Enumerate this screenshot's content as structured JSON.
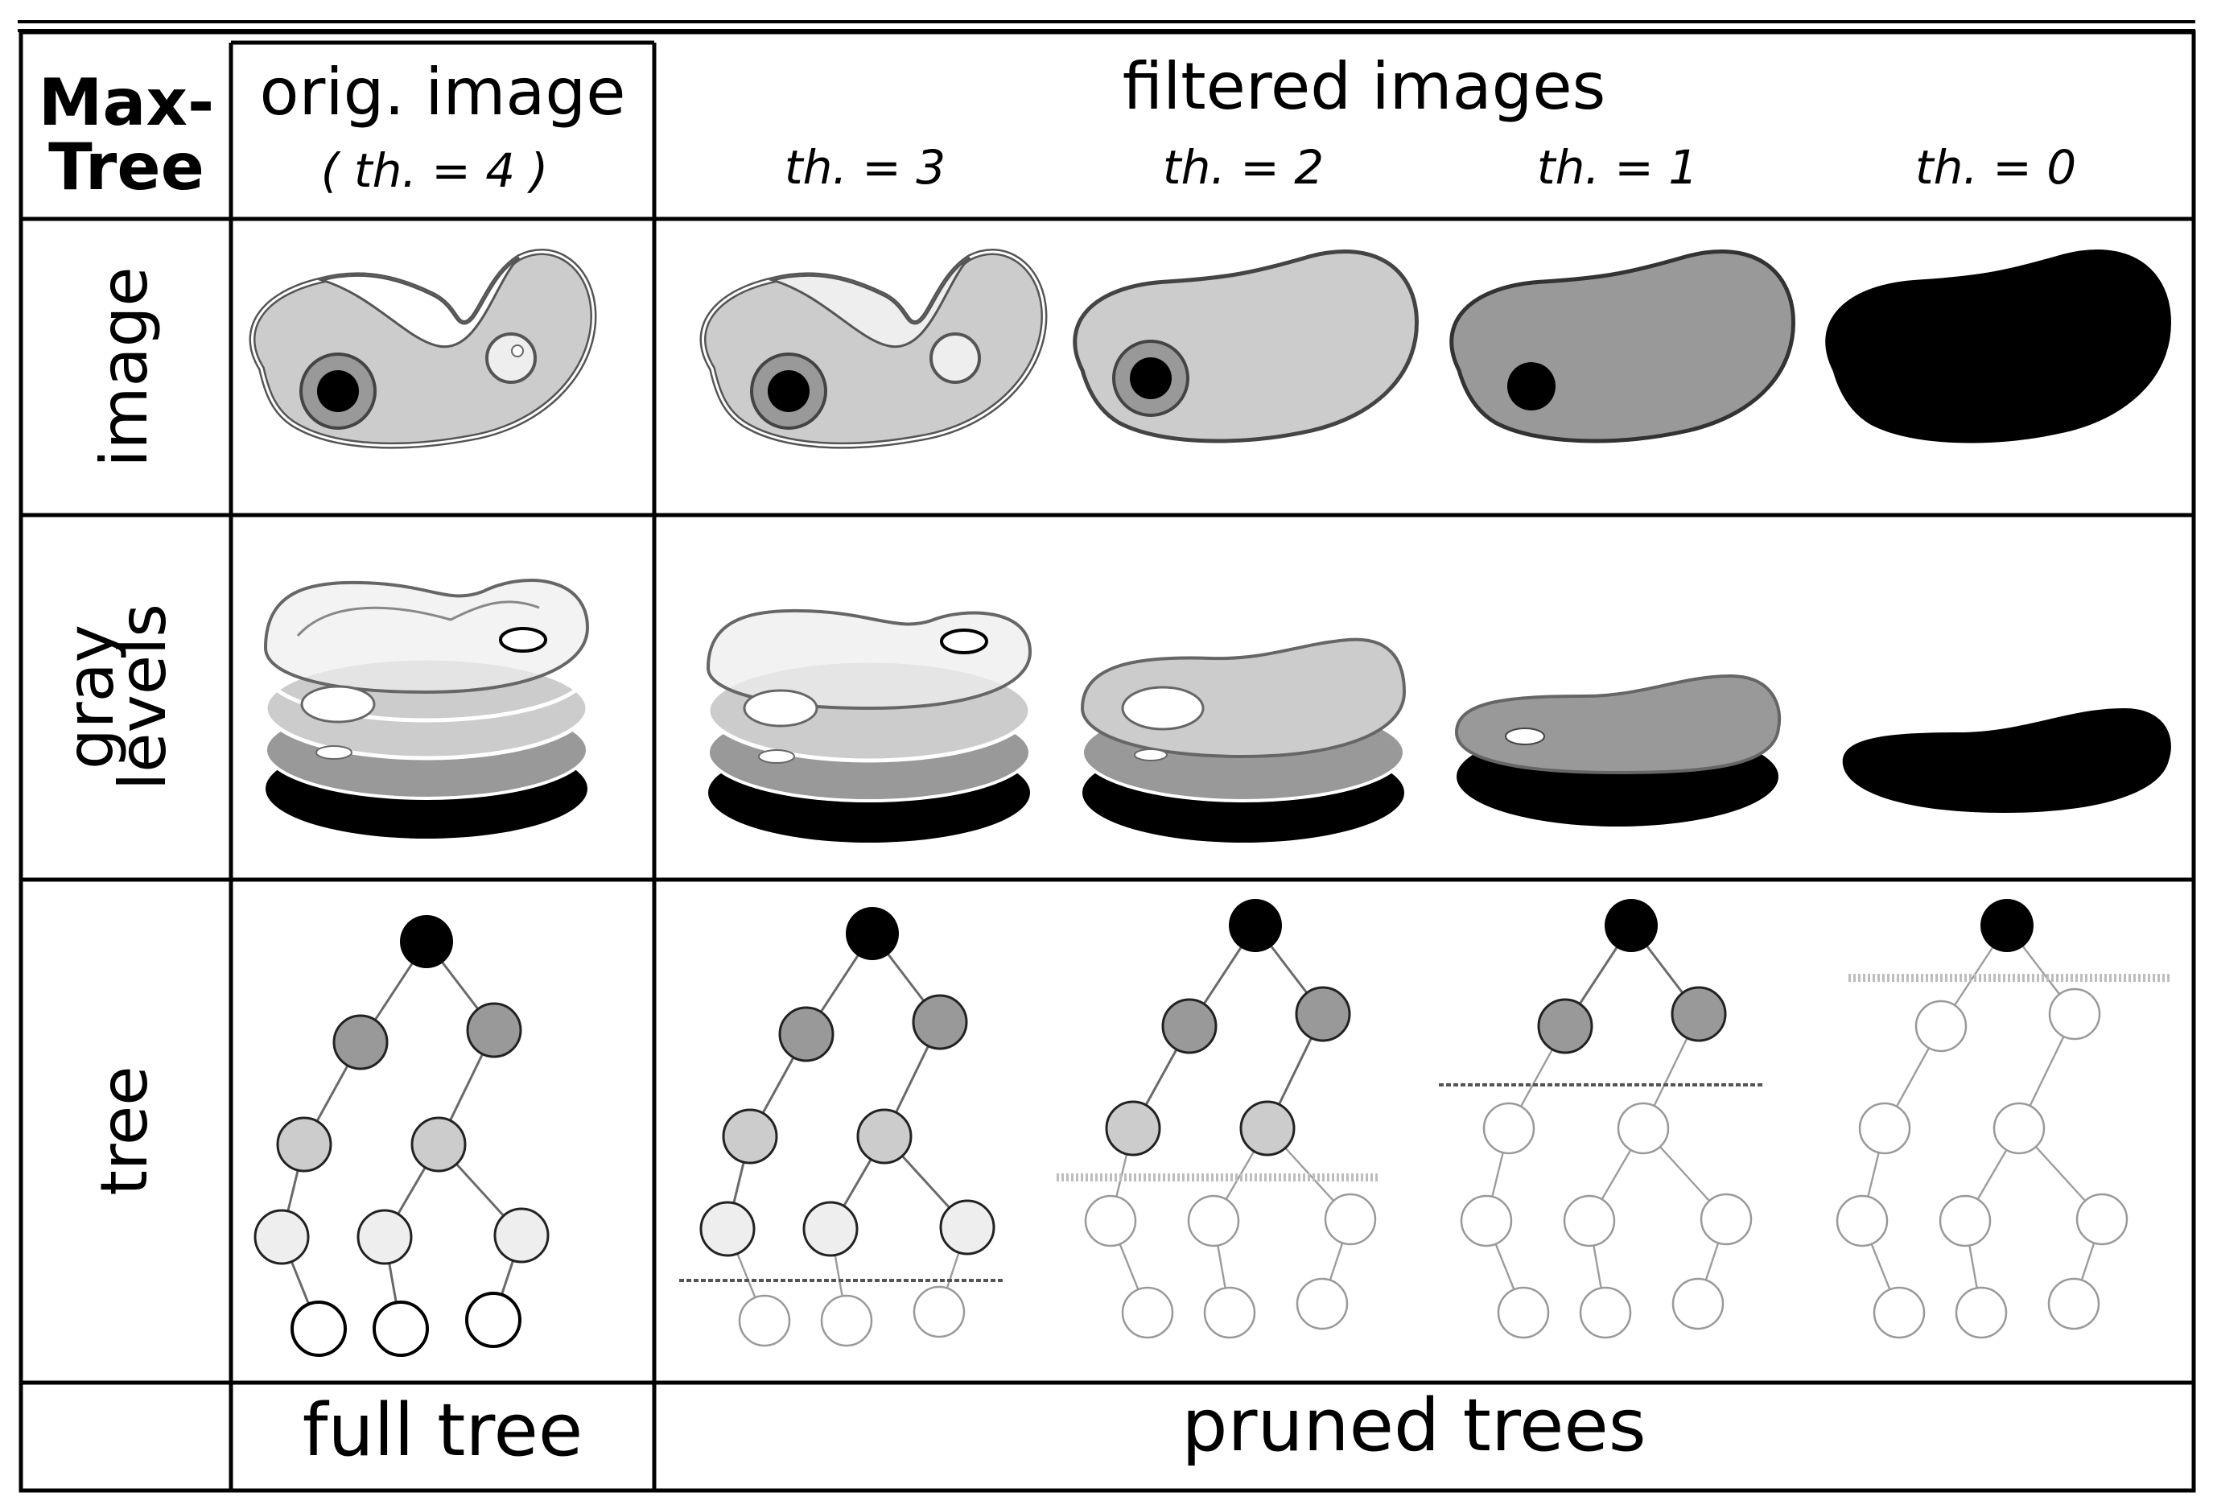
{
  "header": {
    "corner_line1": "Max-",
    "corner_line2": "Tree",
    "orig_title": "orig. image",
    "orig_threshold": "( th. = 4 )",
    "filtered_title": "filtered images",
    "thresholds": [
      "th. = 3",
      "th. = 2",
      "th. = 1",
      "th. = 0"
    ]
  },
  "rows": {
    "image": "image",
    "gray_line1": "gray",
    "gray_line2": "levels",
    "tree": "tree"
  },
  "footer": {
    "full": "full tree",
    "pruned": "pruned trees"
  },
  "gray_levels": {
    "level0": "#000000",
    "level1": "#999999",
    "level2": "#cccccc",
    "level3": "#eeeeee",
    "level4": "#ffffff"
  },
  "panels": [
    {
      "name": "original",
      "threshold": 4
    },
    {
      "name": "filtered-th3",
      "threshold": 3
    },
    {
      "name": "filtered-th2",
      "threshold": 2
    },
    {
      "name": "filtered-th1",
      "threshold": 1
    },
    {
      "name": "filtered-th0",
      "threshold": 0
    }
  ]
}
